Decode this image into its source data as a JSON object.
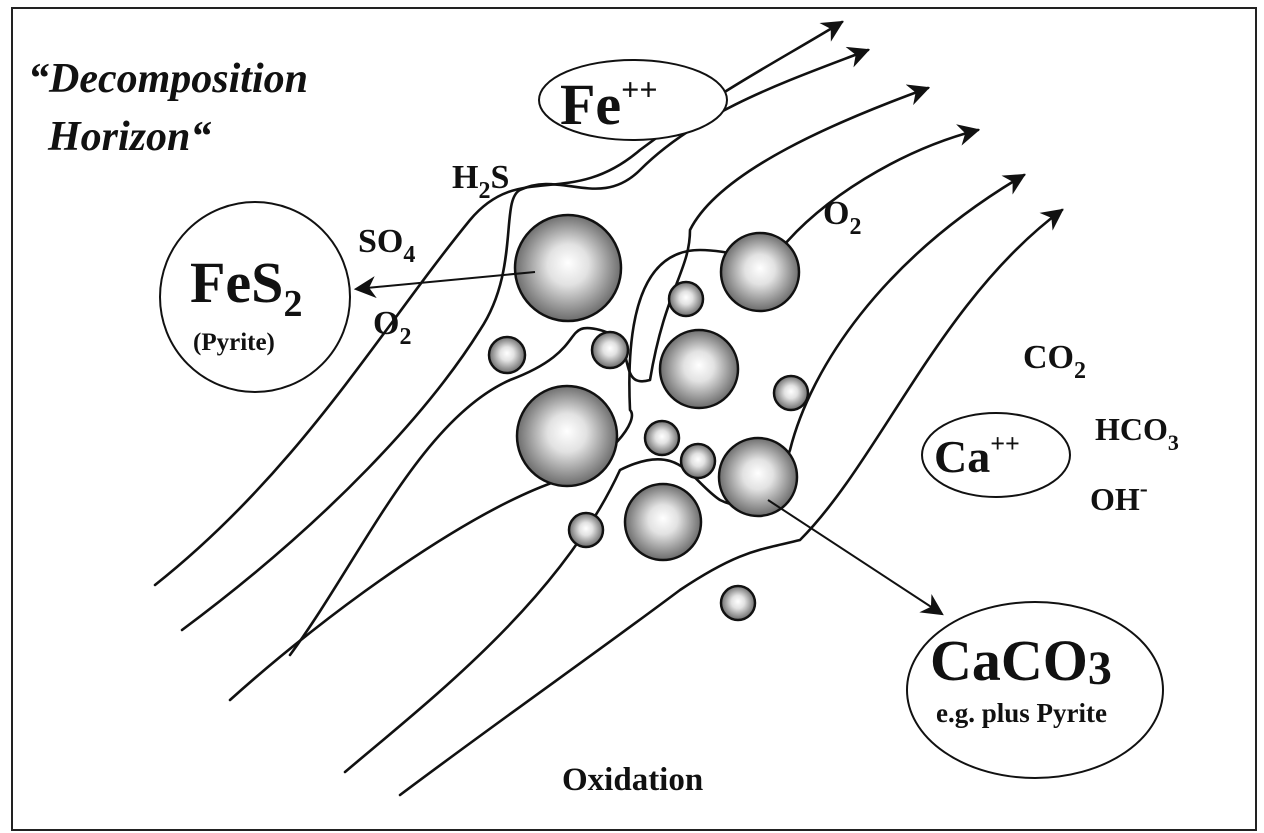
{
  "title": {
    "line1": "“Decomposition",
    "line2": "Horizon“"
  },
  "labels": {
    "fe": {
      "base": "Fe",
      "sup": "++"
    },
    "h2s": {
      "a": "H",
      "sub": "2",
      "b": "S"
    },
    "so4": {
      "a": "SO",
      "sub": "4"
    },
    "o2_upper": {
      "a": "O",
      "sub": "2"
    },
    "o2_left": {
      "a": "O",
      "sub": "2"
    },
    "fes2": {
      "a": "FeS",
      "sub": "2"
    },
    "pyrite": "(Pyrite)",
    "co2": {
      "a": "CO",
      "sub": "2"
    },
    "hco3": {
      "a": "HCO",
      "sub": "3"
    },
    "ca": {
      "base": "Ca",
      "sup": "++"
    },
    "oh": {
      "base": "OH",
      "sup": "-"
    },
    "caco3": {
      "a": "CaCO",
      "sub": "3"
    },
    "caco3_note": "e.g. plus Pyrite",
    "oxidation": "Oxidation"
  },
  "colors": {
    "line": "#111111",
    "sphere_highlight": "#ffffff",
    "sphere_shadow": "#5a5a5a",
    "background": "#ffffff"
  }
}
